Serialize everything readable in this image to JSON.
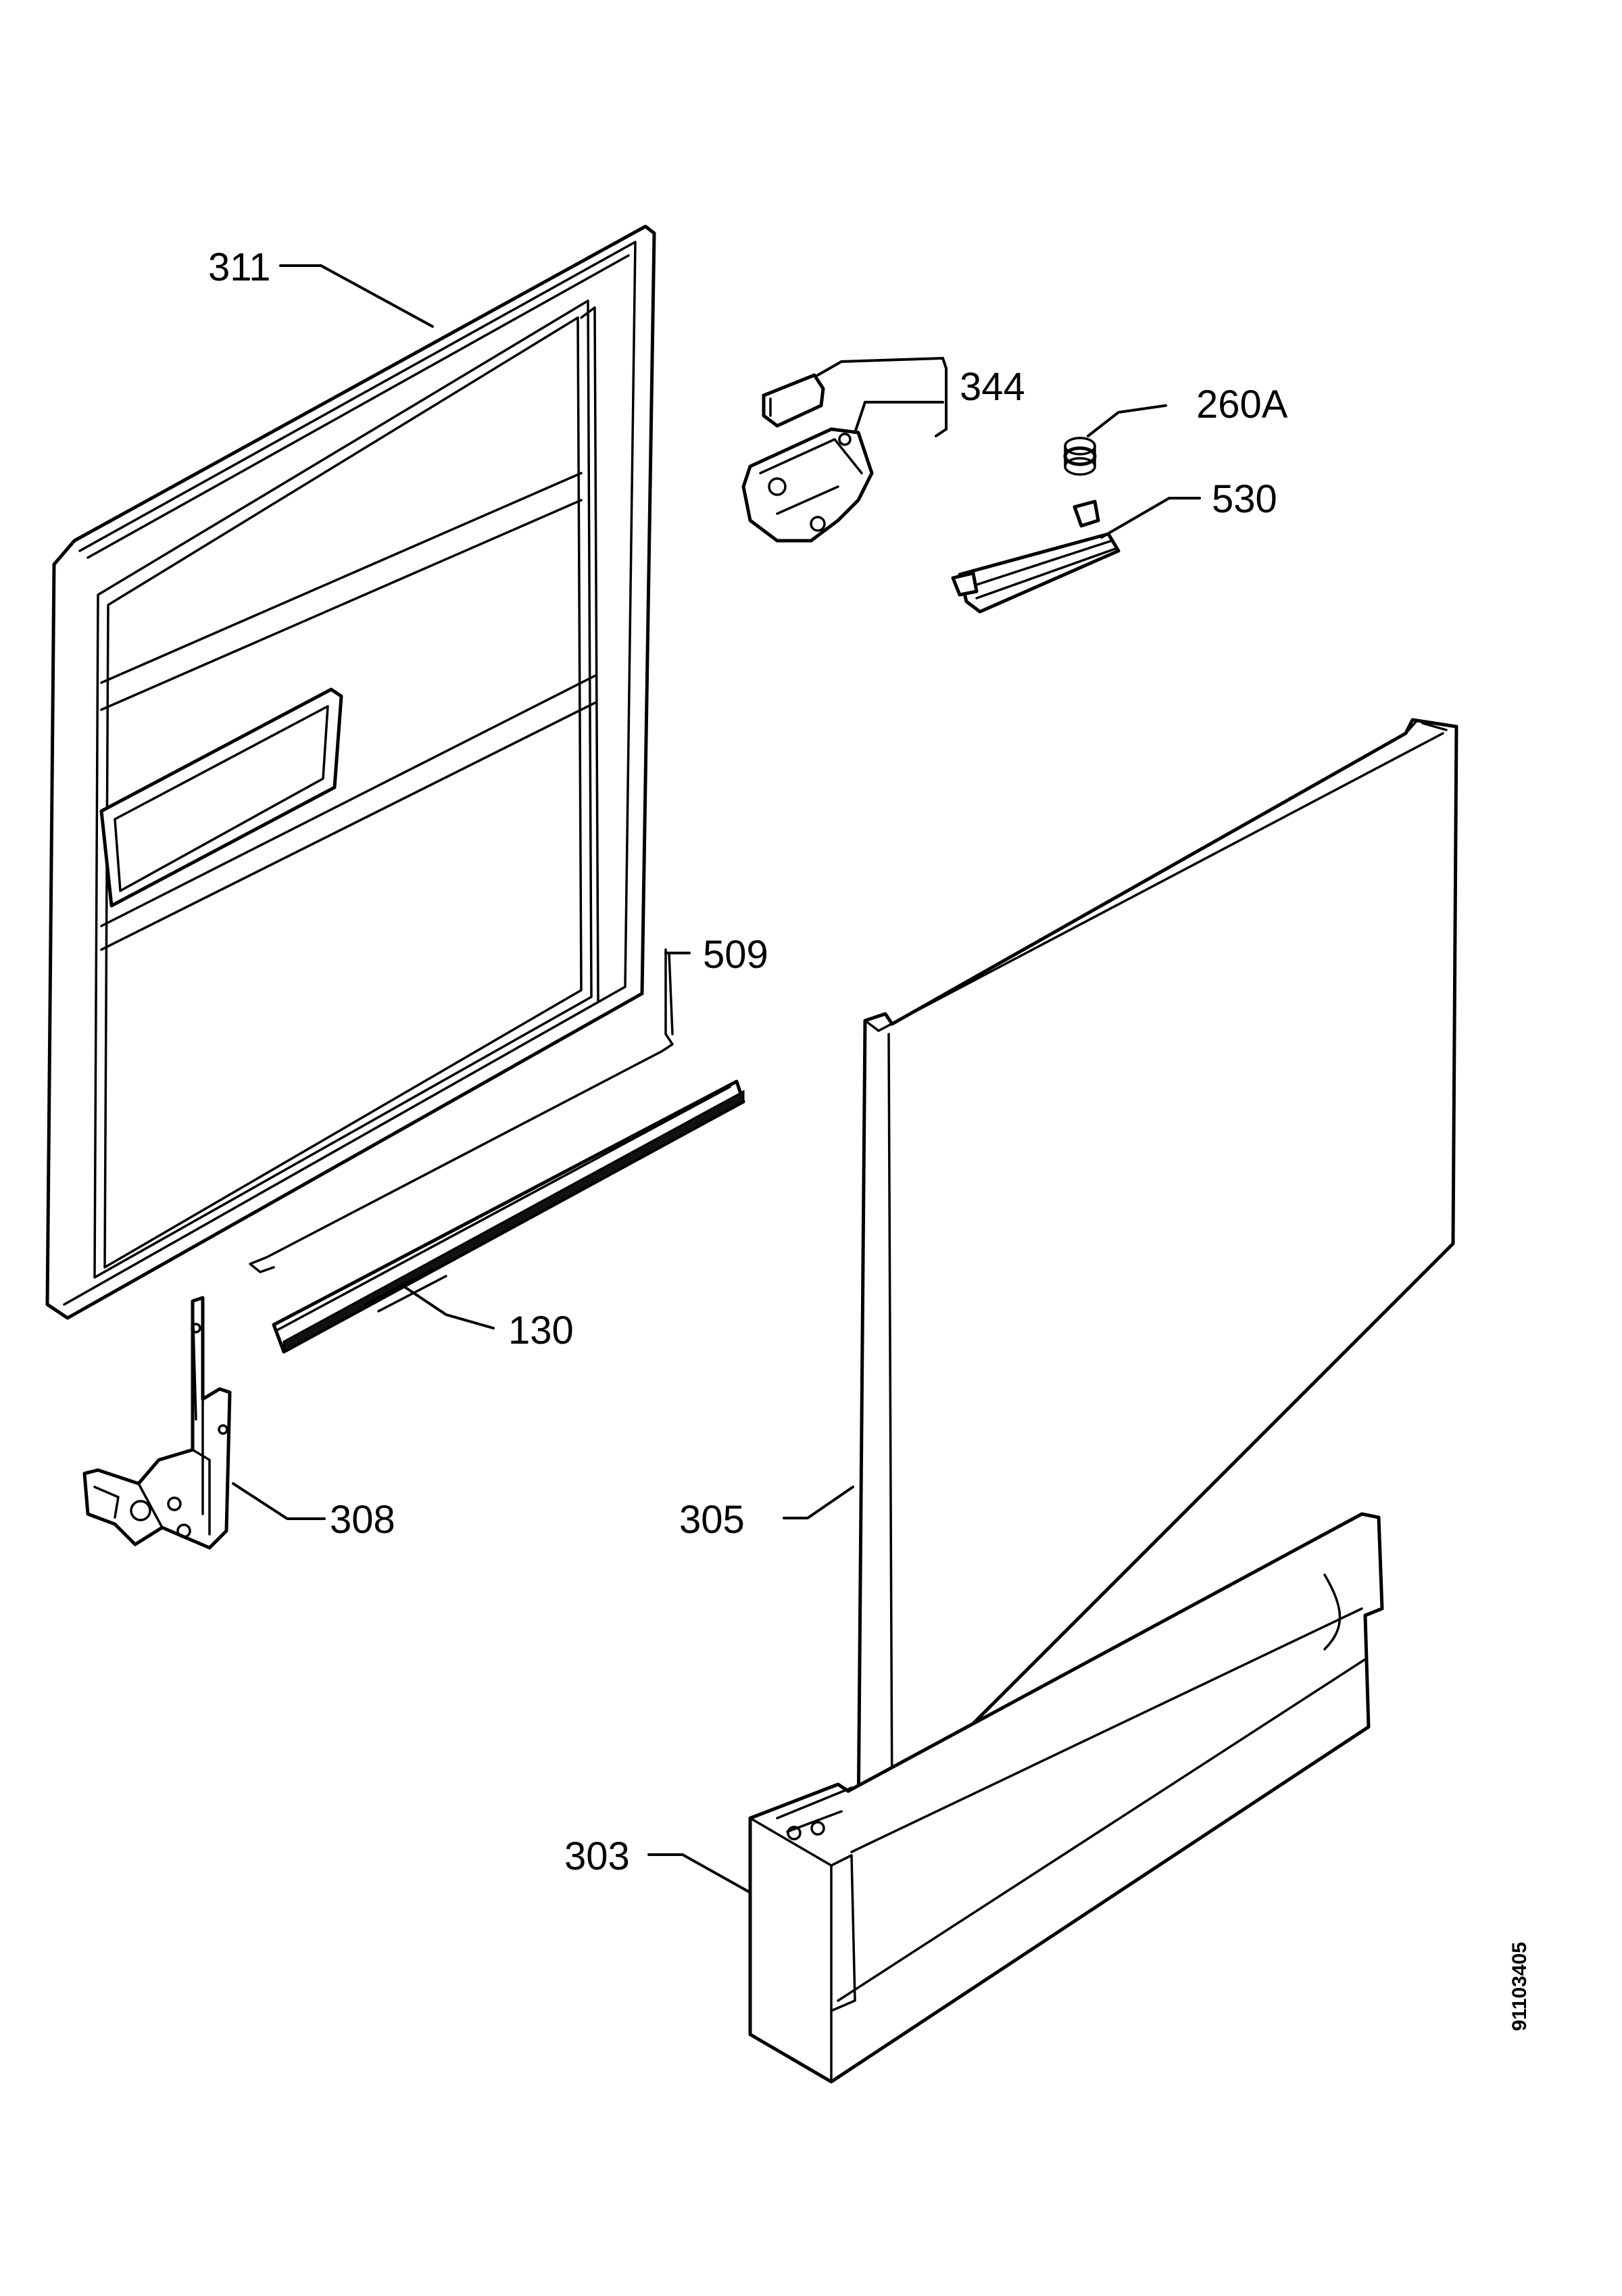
{
  "callouts": [
    {
      "id": "311",
      "text": "311"
    },
    {
      "id": "344",
      "text": "344"
    },
    {
      "id": "260A",
      "text": "260A"
    },
    {
      "id": "530",
      "text": "530"
    },
    {
      "id": "509",
      "text": "509"
    },
    {
      "id": "130",
      "text": "130"
    },
    {
      "id": "308",
      "text": "308"
    },
    {
      "id": "305",
      "text": "305"
    },
    {
      "id": "303",
      "text": "303"
    }
  ],
  "drawing_number": "91103405"
}
